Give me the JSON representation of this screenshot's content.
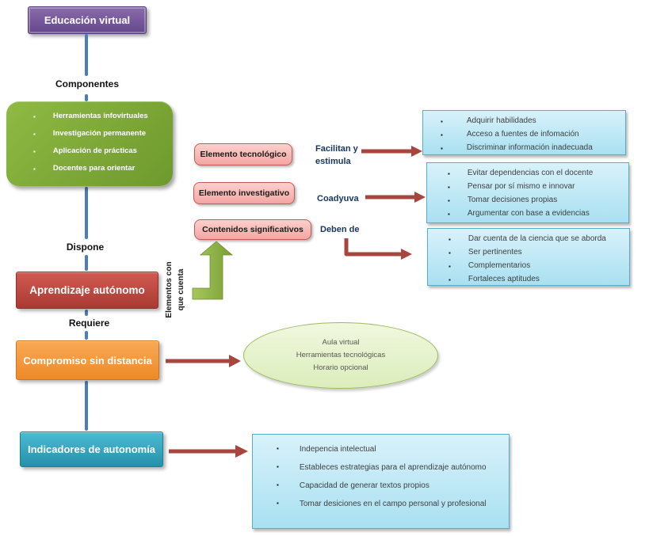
{
  "root": {
    "label": "Educación virtual"
  },
  "edge_labels": {
    "componentes": "Componentes",
    "dispone": "Dispone",
    "requiere": "Requiere"
  },
  "components": {
    "items": [
      "Herramientas infovirtuales",
      "Investigación permanente",
      "Aplicación de prácticas",
      "Docentes para orientar"
    ]
  },
  "elements_label": {
    "line1": "Elementos con",
    "line2": "que cuenta"
  },
  "tech": {
    "label": "Elemento tecnológico",
    "relation": "Facilitan y estimula",
    "items": [
      "Adquirir habilidades",
      "Acceso a fuentes de infomación",
      "Discriminar información inadecuada"
    ]
  },
  "invest": {
    "label": "Elemento investigativo",
    "relation": "Coadyuva",
    "items": [
      "Evitar dependencias con el docente",
      "Pensar por sí mismo e innovar",
      "Tomar decisiones propias",
      "Argumentar con base a evidencias"
    ]
  },
  "contents": {
    "label": "Contenidos significativos",
    "relation": "Deben de",
    "items": [
      "Dar cuenta de la ciencia que se aborda",
      "Ser pertinentes",
      "Complementarios",
      "Fortaleces aptitudes"
    ]
  },
  "aprendizaje": {
    "label": "Aprendizaje autónomo"
  },
  "compromiso": {
    "label": "Compromiso sin distancia"
  },
  "ellipse": {
    "items": [
      "Aula virtual",
      "Herramientas tecnológicas",
      "Horario opcional"
    ]
  },
  "indicadores": {
    "label": "Indicadores de autonomía",
    "items": [
      "Indepencia intelectual",
      "Estableces estrategias para el aprendizaje autónomo",
      "Capacidad de generar textos propios",
      "Tomar desiciones  en el campo personal y profesional"
    ]
  },
  "colors": {
    "purple_node": "#64478c",
    "green_panel": "#7fa63b",
    "pink_box": "#f3a6a2",
    "pink_border": "#c25a55",
    "red_node": "#a93a33",
    "orange_node": "#ee8a27",
    "teal_node": "#2491ab",
    "blue_box": "#a9e0f1",
    "blue_box_border": "#56aecb",
    "ellipse_fill": "#dcedbb",
    "ellipse_border": "#9cbc5c",
    "connector_blue": "#4a7ebb",
    "arrow_red": "#a8453f",
    "arrow_green": "#8cb347",
    "relation_label": "#17365d"
  }
}
